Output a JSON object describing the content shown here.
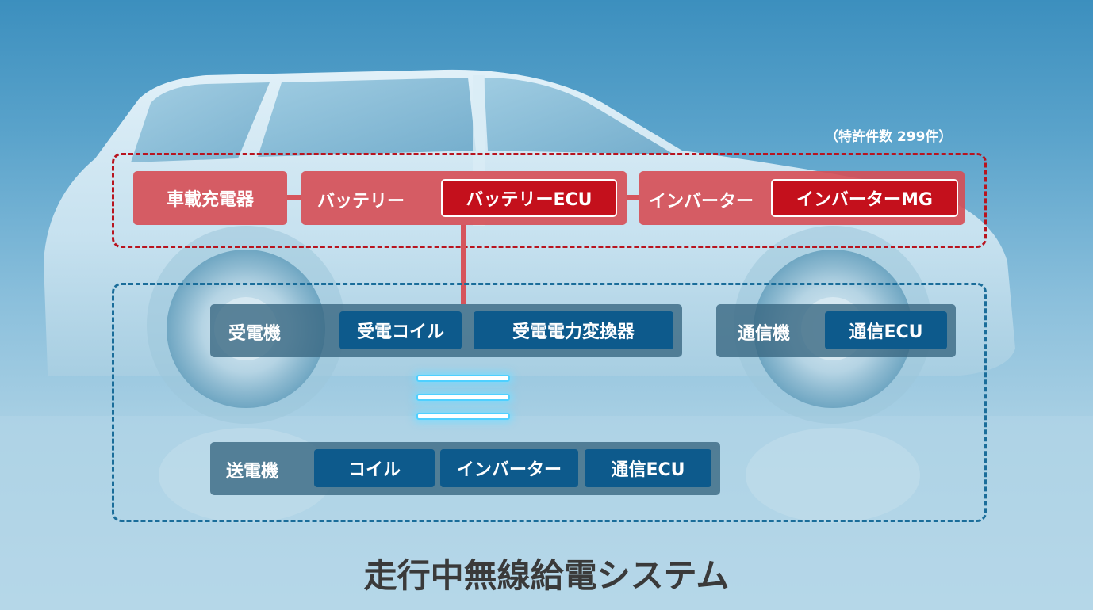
{
  "title": "走行中無線給電システム",
  "patent_note": "（特許件数 299件）",
  "colors": {
    "red_frame": "#b8141f",
    "red_group": "#d64c54",
    "red_inner": "#c4101c",
    "blue_frame": "#1a6d9a",
    "blue_group": "#3a6882",
    "blue_inner": "#0d5a8c",
    "coil_glow": "#4fd0ff"
  },
  "vehicle": {
    "charger": "車載充電器",
    "battery": {
      "label": "バッテリー",
      "ecu": "バッテリーECU"
    },
    "inverter": {
      "label": "インバーター",
      "mg": "インバーターMG"
    }
  },
  "receiver": {
    "label": "受電機",
    "coil": "受電コイル",
    "converter": "受電電力変換器"
  },
  "comm": {
    "label": "通信機",
    "ecu": "通信ECU"
  },
  "transmitter": {
    "label": "送電機",
    "coil": "コイル",
    "inverter": "インバーター",
    "ecu": "通信ECU"
  }
}
